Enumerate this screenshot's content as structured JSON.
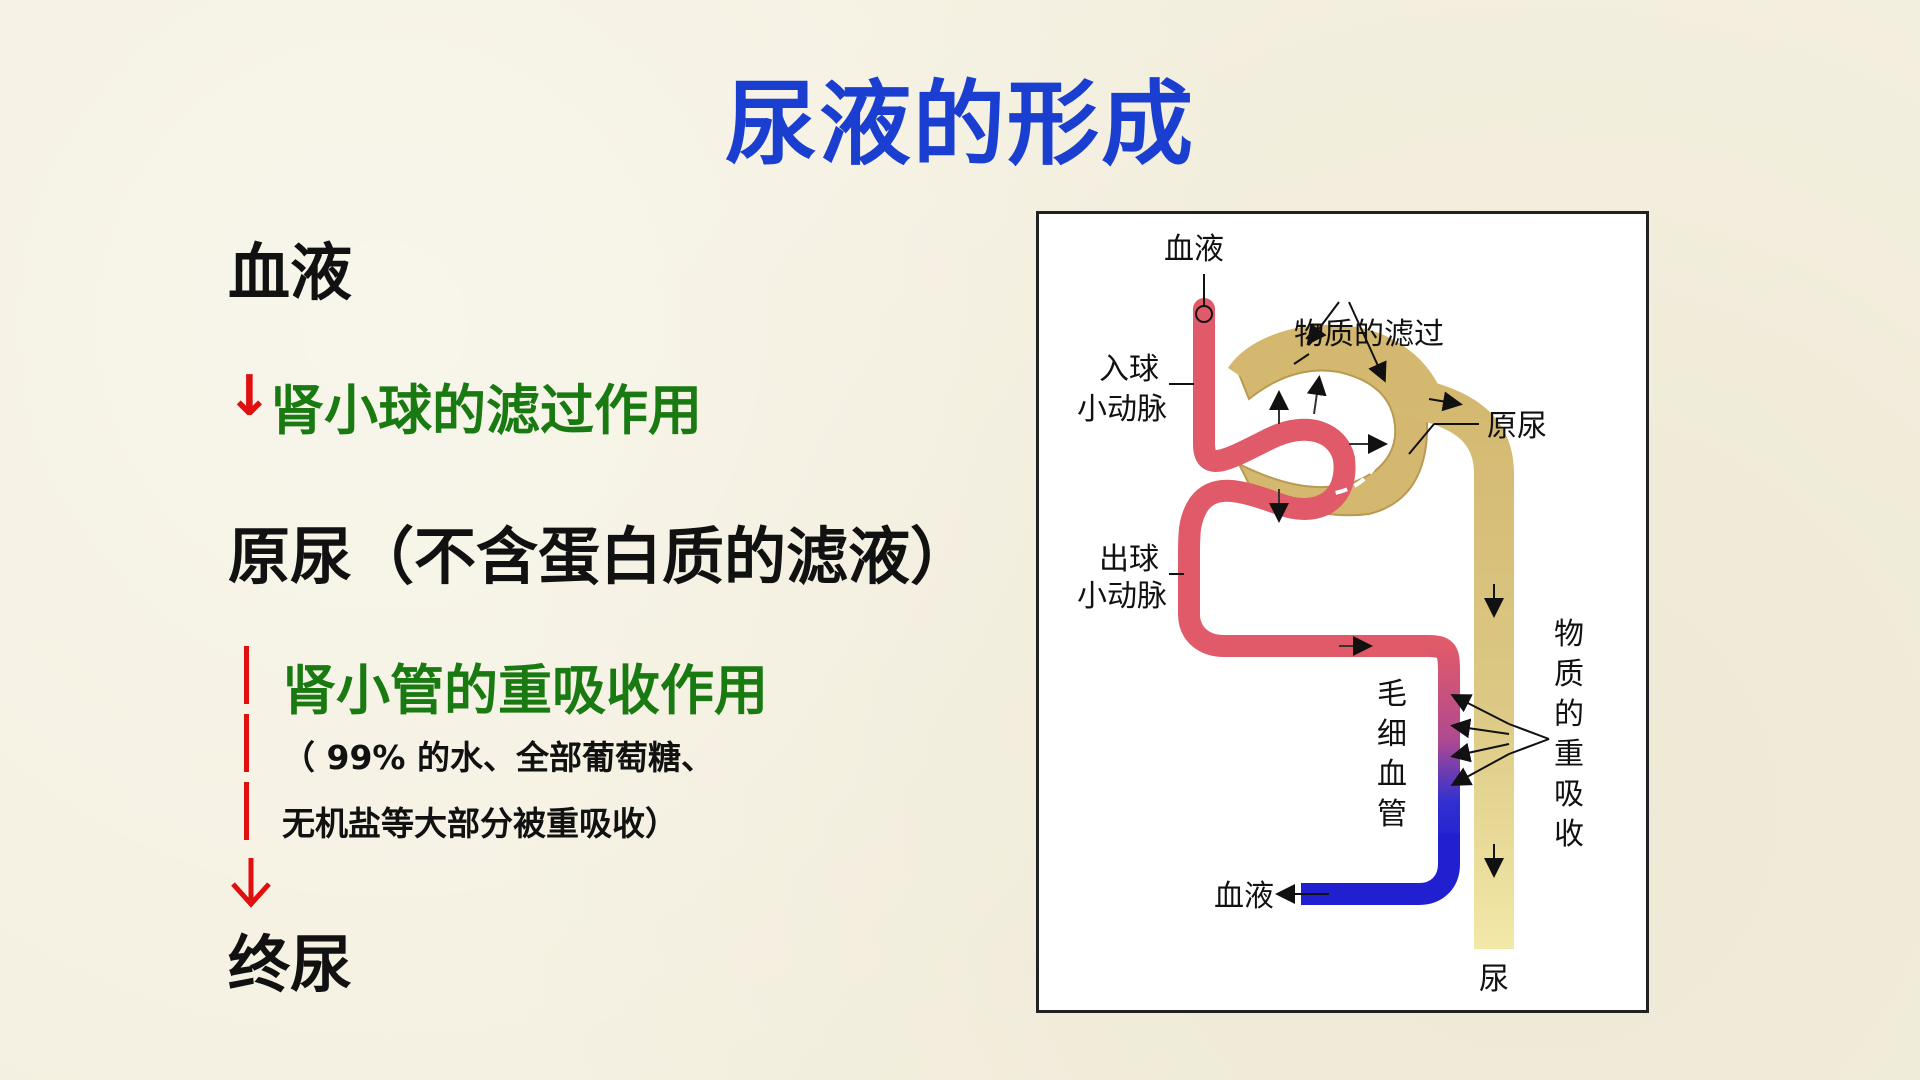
{
  "slide": {
    "title": "尿液的形成",
    "colors": {
      "title": "#1a3fd0",
      "green": "#1a7a12",
      "red": "#e01010"
    },
    "steps": {
      "blood": "血液",
      "down_arrow_1": "↓",
      "filtration": "肾小球的滤过作用",
      "primary_urine": "原尿（不含蛋白质的滤液）",
      "reabsorption": "肾小管的重吸收作用",
      "note_line1": "（ 99% 的水、全部葡萄糖、",
      "note_line2": "无机盐等大部分被重吸收）",
      "final_urine": "终尿"
    }
  },
  "diagram": {
    "labels": {
      "blood_in": "血液",
      "filtration": "物质的滤过",
      "afferent_1": "入球",
      "afferent_2": "小动脉",
      "primary_urine": "原尿",
      "efferent_1": "出球",
      "efferent_2": "小动脉",
      "capillary": [
        "毛",
        "细",
        "血",
        "管"
      ],
      "reabsorption": [
        "物",
        "质",
        "的",
        "重",
        "吸",
        "收"
      ],
      "blood_out": "血液",
      "urine": "尿"
    }
  }
}
